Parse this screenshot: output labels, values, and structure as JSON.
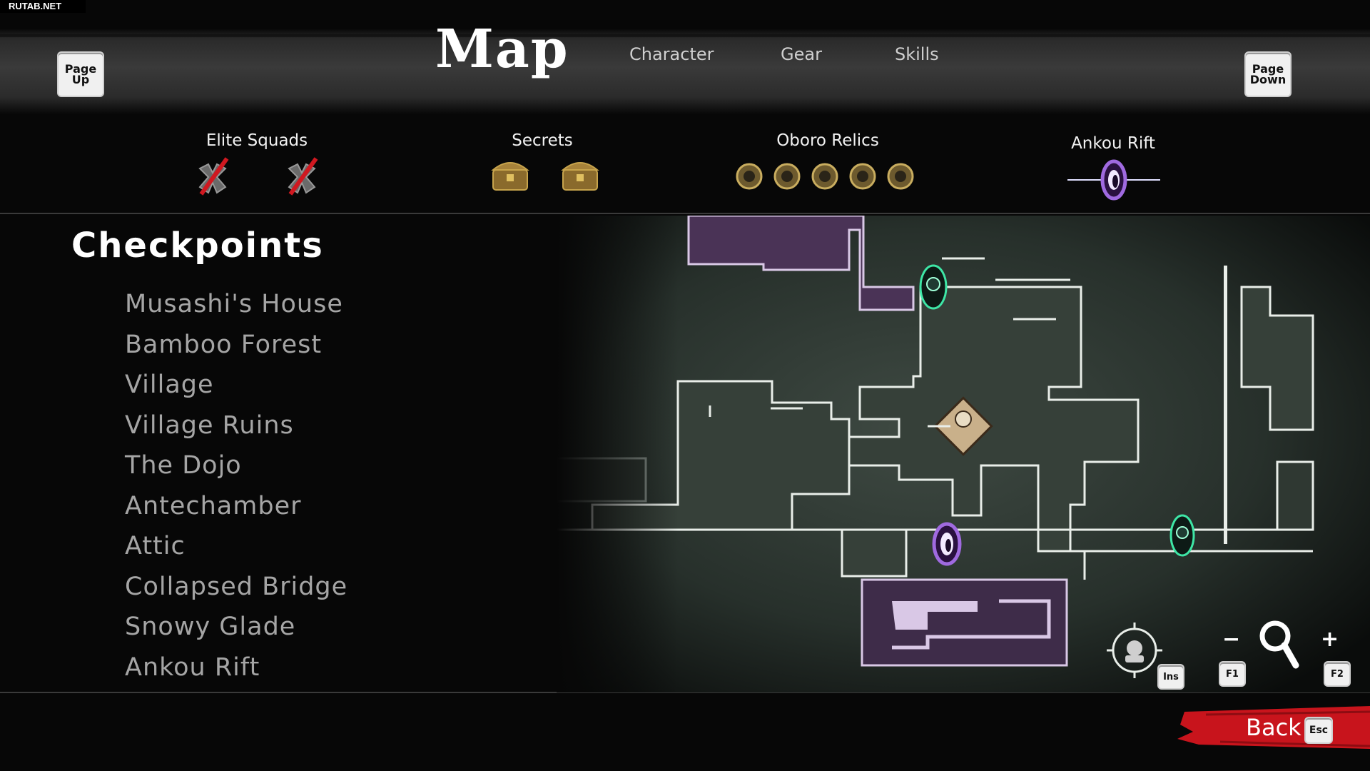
{
  "watermark": "RUTAB.NET",
  "header": {
    "page_up_key": "Page Up",
    "page_down_key": "Page Down",
    "title": "Map",
    "tabs": [
      "Character",
      "Gear",
      "Skills"
    ]
  },
  "collectibles": {
    "elite_squads": {
      "label": "Elite Squads",
      "icon": "crossed-swords-icon",
      "count": 2
    },
    "secrets": {
      "label": "Secrets",
      "icon": "treasure-chest-icon",
      "count": 2
    },
    "oboro_relics": {
      "label": "Oboro Relics",
      "icon": "relic-coin-icon",
      "count": 5
    },
    "ankou_rift": {
      "label": "Ankou Rift",
      "icon": "rift-portal-icon",
      "count": 1
    }
  },
  "checkpoints": {
    "title": "Checkpoints",
    "items": [
      "Musashi's House",
      "Bamboo Forest",
      "Village",
      "Village Ruins",
      "The Dojo",
      "Antechamber",
      "Attic",
      "Collapsed Bridge",
      "Snowy Glade",
      "Ankou Rift"
    ]
  },
  "map_controls": {
    "center_key": "Ins",
    "zoom_out_symbol": "−",
    "zoom_out_key": "F1",
    "zoom_in_symbol": "+",
    "zoom_in_key": "F2"
  },
  "footer": {
    "back_label": "Back",
    "back_key": "Esc"
  },
  "colors": {
    "accent_red": "#c8141c",
    "rift_purple": "#8a4fd0",
    "checkpoint_green": "#38d49a"
  }
}
